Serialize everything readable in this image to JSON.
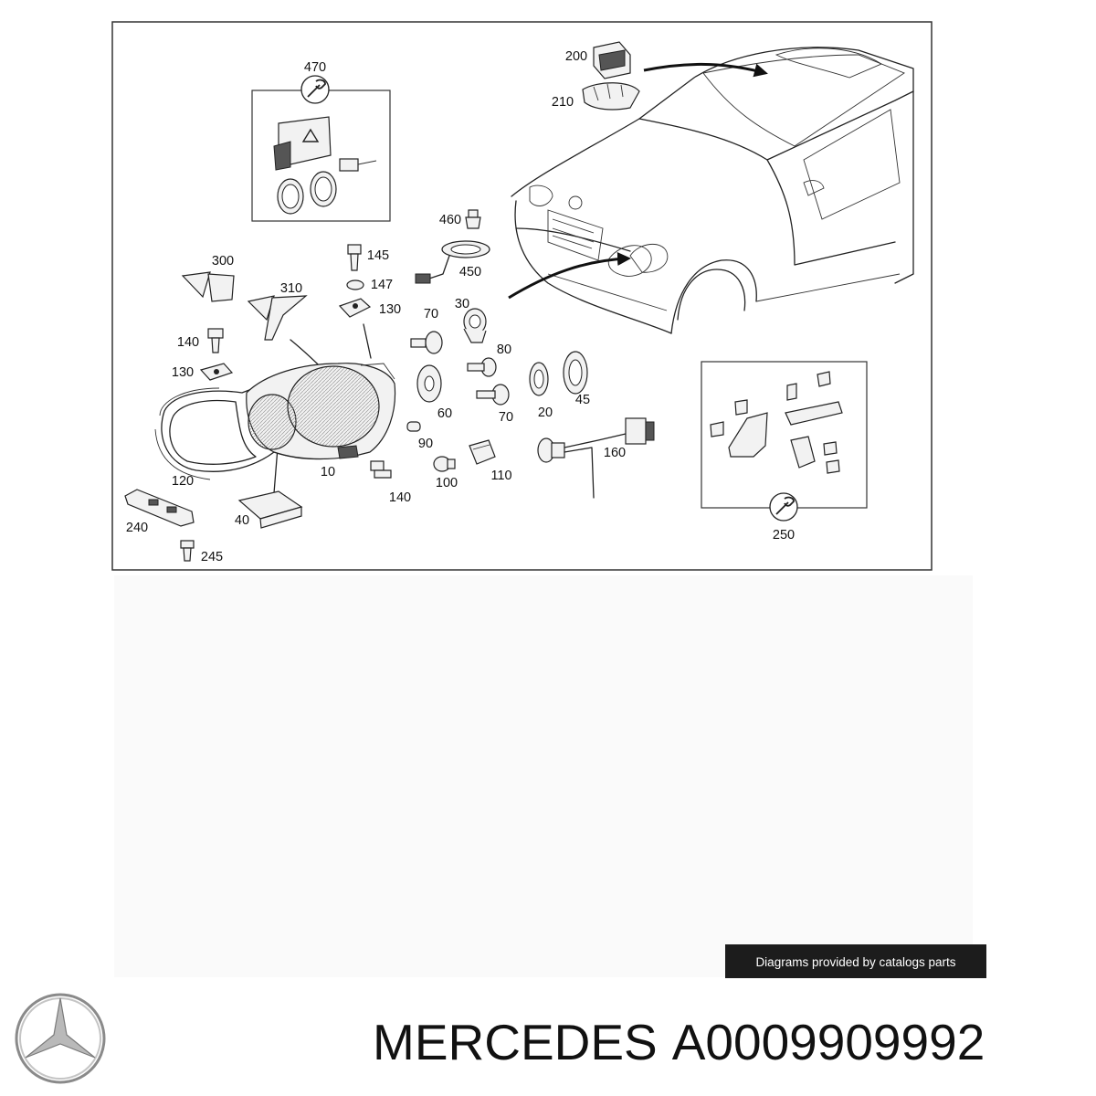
{
  "diagram": {
    "callouts": [
      "470",
      "200",
      "210",
      "460",
      "450",
      "300",
      "145",
      "147",
      "310",
      "130",
      "30",
      "70",
      "140",
      "80",
      "130",
      "45",
      "60",
      "70",
      "20",
      "90",
      "160",
      "120",
      "10",
      "100",
      "110",
      "140",
      "40",
      "240",
      "245",
      "250"
    ]
  },
  "credit": "Diagrams provided by catalogs parts",
  "footer": {
    "brand": "MERCEDES",
    "part_number": "A0009909992"
  },
  "icons": [
    "mercedes-star-logo-icon",
    "wrench-icon"
  ]
}
